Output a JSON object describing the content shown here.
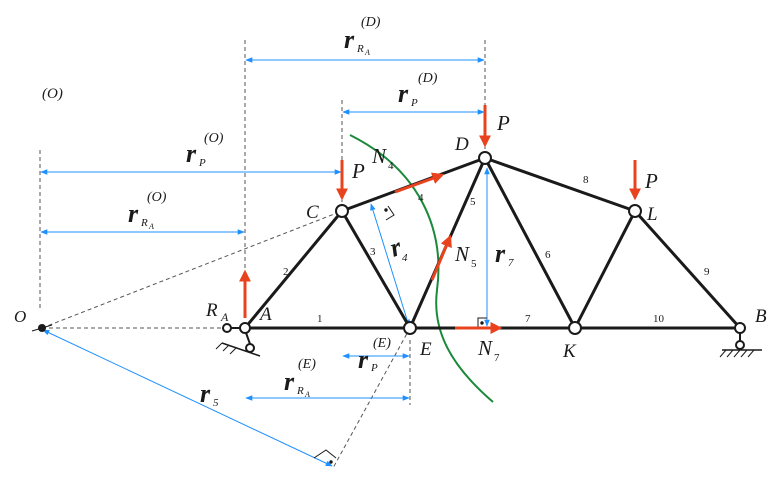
{
  "diagram": {
    "colors": {
      "member": "#1a1a1a",
      "dimension": "#1e90ff",
      "force": "#e8431e",
      "section": "#1a8a3a",
      "guide": "#555555"
    },
    "labels": {
      "origin_note": "(O)",
      "origin_point": "O",
      "support_a_reaction": "R",
      "support_a_reaction_sub": "A",
      "node_a": "A",
      "node_b": "B",
      "node_c": "C",
      "node_d": "D",
      "node_e": "E",
      "node_k": "K",
      "node_l": "L",
      "load_c": "P",
      "load_d": "P",
      "load_l": "P",
      "force_n4": "N",
      "force_n4_sub": "4",
      "force_n5": "N",
      "force_n5_sub": "5",
      "force_n7": "N",
      "force_n7_sub": "7"
    },
    "members": {
      "m1": "1",
      "m2": "2",
      "m3": "3",
      "m4": "4",
      "m5": "5",
      "m6": "6",
      "m7": "7",
      "m8": "8",
      "m9": "9",
      "m10": "10"
    },
    "arms": {
      "r_ra_d": {
        "base": "r",
        "sub": "R",
        "subsub": "A",
        "sup": "(D)"
      },
      "r_p_d": {
        "base": "r",
        "sub": "P",
        "sup": "(D)"
      },
      "r_p_o": {
        "base": "r",
        "sub": "P",
        "sup": "(O)"
      },
      "r_ra_o": {
        "base": "r",
        "sub": "R",
        "subsub": "A",
        "sup": "(O)"
      },
      "r_4": {
        "base": "r",
        "sub": "4"
      },
      "r_7": {
        "base": "r",
        "sub": "7"
      },
      "r_p_e": {
        "base": "r",
        "sub": "P",
        "sup": "(E)"
      },
      "r_ra_e": {
        "base": "r",
        "sub": "R",
        "subsub": "A",
        "sup": "(E)"
      },
      "r_5": {
        "base": "r",
        "sub": "5"
      }
    }
  }
}
